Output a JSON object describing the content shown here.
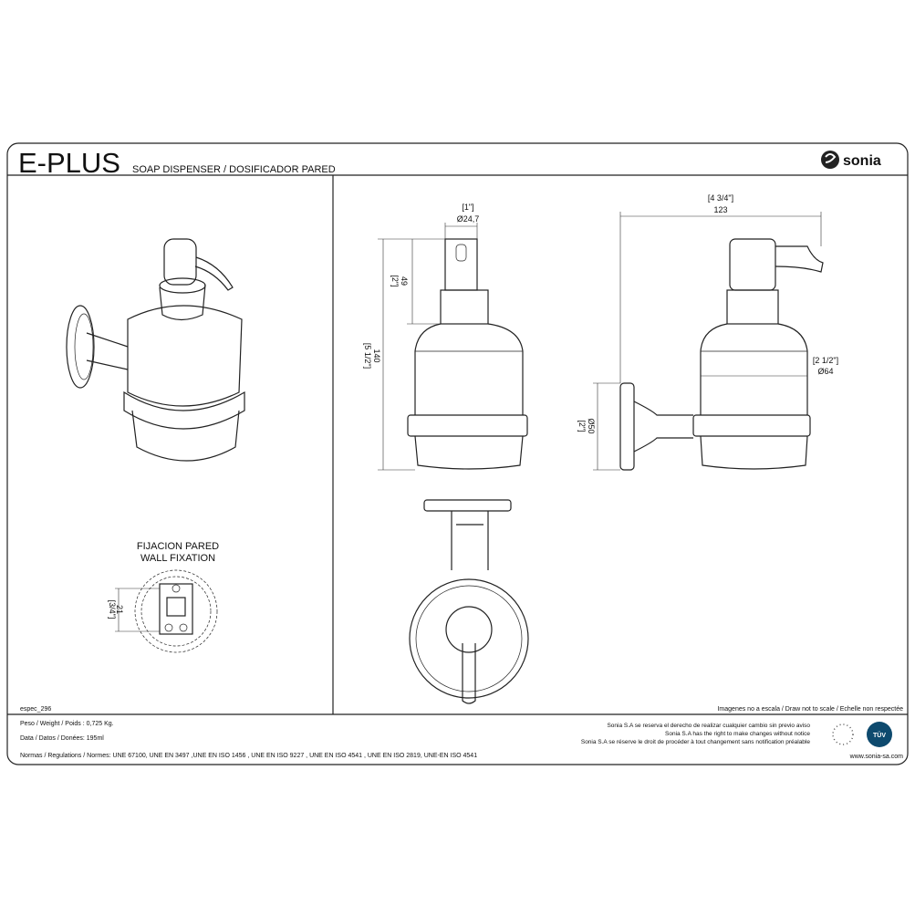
{
  "header": {
    "title": "E-PLUS",
    "subtitle": "SOAP DISPENSER / DOSIFICADOR PARED",
    "brand": "sonia"
  },
  "front_view": {
    "top_dim_in": "[1\"]",
    "top_dim_mm": "Ø24,7",
    "pump_dim_in": "[2\"]",
    "pump_dim_mm": "49",
    "height_dim_in": "[5 1/2\"]",
    "height_dim_mm": "140"
  },
  "side_view": {
    "depth_dim_in": "[4 3/4\"]",
    "depth_dim_mm": "123",
    "body_dim_in": "[2 1/2\"]",
    "body_dim_mm": "Ø64",
    "plate_dim_in": "[2\"]",
    "plate_dim_mm": "Ø50"
  },
  "wall_fixation": {
    "title_es": "FIJACION PARED",
    "title_en": "WALL FIXATION",
    "dim_in": "[3/4\"]",
    "dim_mm": "21"
  },
  "footer": {
    "spec_code": "espec_296",
    "scale_note": "Imagenes no a escala / Draw not to scale / Echelle non respectée",
    "weight": "Peso / Weight / Poids : 0,725 Kg.",
    "data": "Data / Datos / Donées: 195ml",
    "norms": "Normas / Regulations / Normes: UNE 67100, UNE  EN 3497 ,UNE EN ISO 1456 , UNE EN ISO 9227 , UNE EN ISO 4541 , UNE EN ISO 2819, UNE-EN ISO 4541",
    "rights_es": "Sonia S.A se reserva el derecho de realizar cualquier cambio sin previo aviso",
    "rights_en": "Sonia S.A has the right to make changes without notice",
    "rights_fr": "Sonia S.A se réserve le droit de procéder à tout changement sans notification préalable",
    "cert_label": "TÜV",
    "website": "www.sonia-sa.com"
  }
}
